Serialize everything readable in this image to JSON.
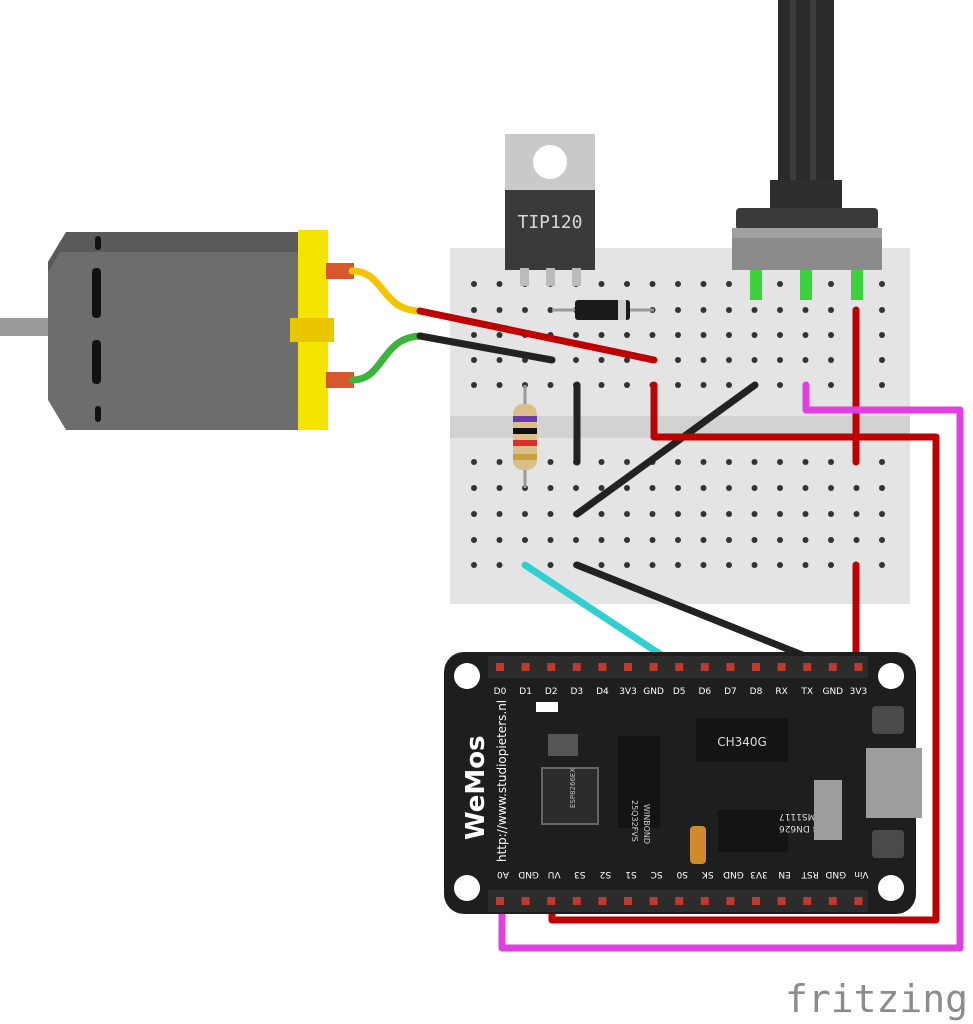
{
  "transistor": {
    "label": "TIP120"
  },
  "board": {
    "url": "http://www.studiopieters.nl",
    "logo": "WeMos",
    "chip_usb": "CH340G",
    "chip_flash_line1": "WINBOND",
    "chip_flash_line2": "25Q32FVS",
    "chip_esp": "ESP8266EX",
    "regulator_line1": "AMS1117",
    "regulator_line2": "3.3 DN626",
    "top_pins": [
      "D0",
      "D1",
      "D2",
      "D3",
      "D4",
      "3V3",
      "GND",
      "D5",
      "D6",
      "D7",
      "D8",
      "RX",
      "TX",
      "GND",
      "3V3"
    ],
    "bottom_pins": [
      "A0",
      "GND",
      "VU",
      "S3",
      "S2",
      "S1",
      "SC",
      "S0",
      "SK",
      "GND",
      "3V3",
      "EN",
      "RST",
      "GND",
      "Vin"
    ]
  },
  "brand": "fritzing",
  "colors": {
    "breadboard": "#e6e6e6",
    "motor_body": "#6d6d6d",
    "motor_cap": "#f5e400",
    "board": "#1e1e1e",
    "wire_red": "#c00000",
    "wire_black": "#222222",
    "wire_magenta": "#e040e0",
    "wire_cyan": "#30d0d0",
    "wire_yellow": "#f5c400",
    "wire_green": "#3cb43c",
    "pin_highlight": "#3cd23c"
  }
}
